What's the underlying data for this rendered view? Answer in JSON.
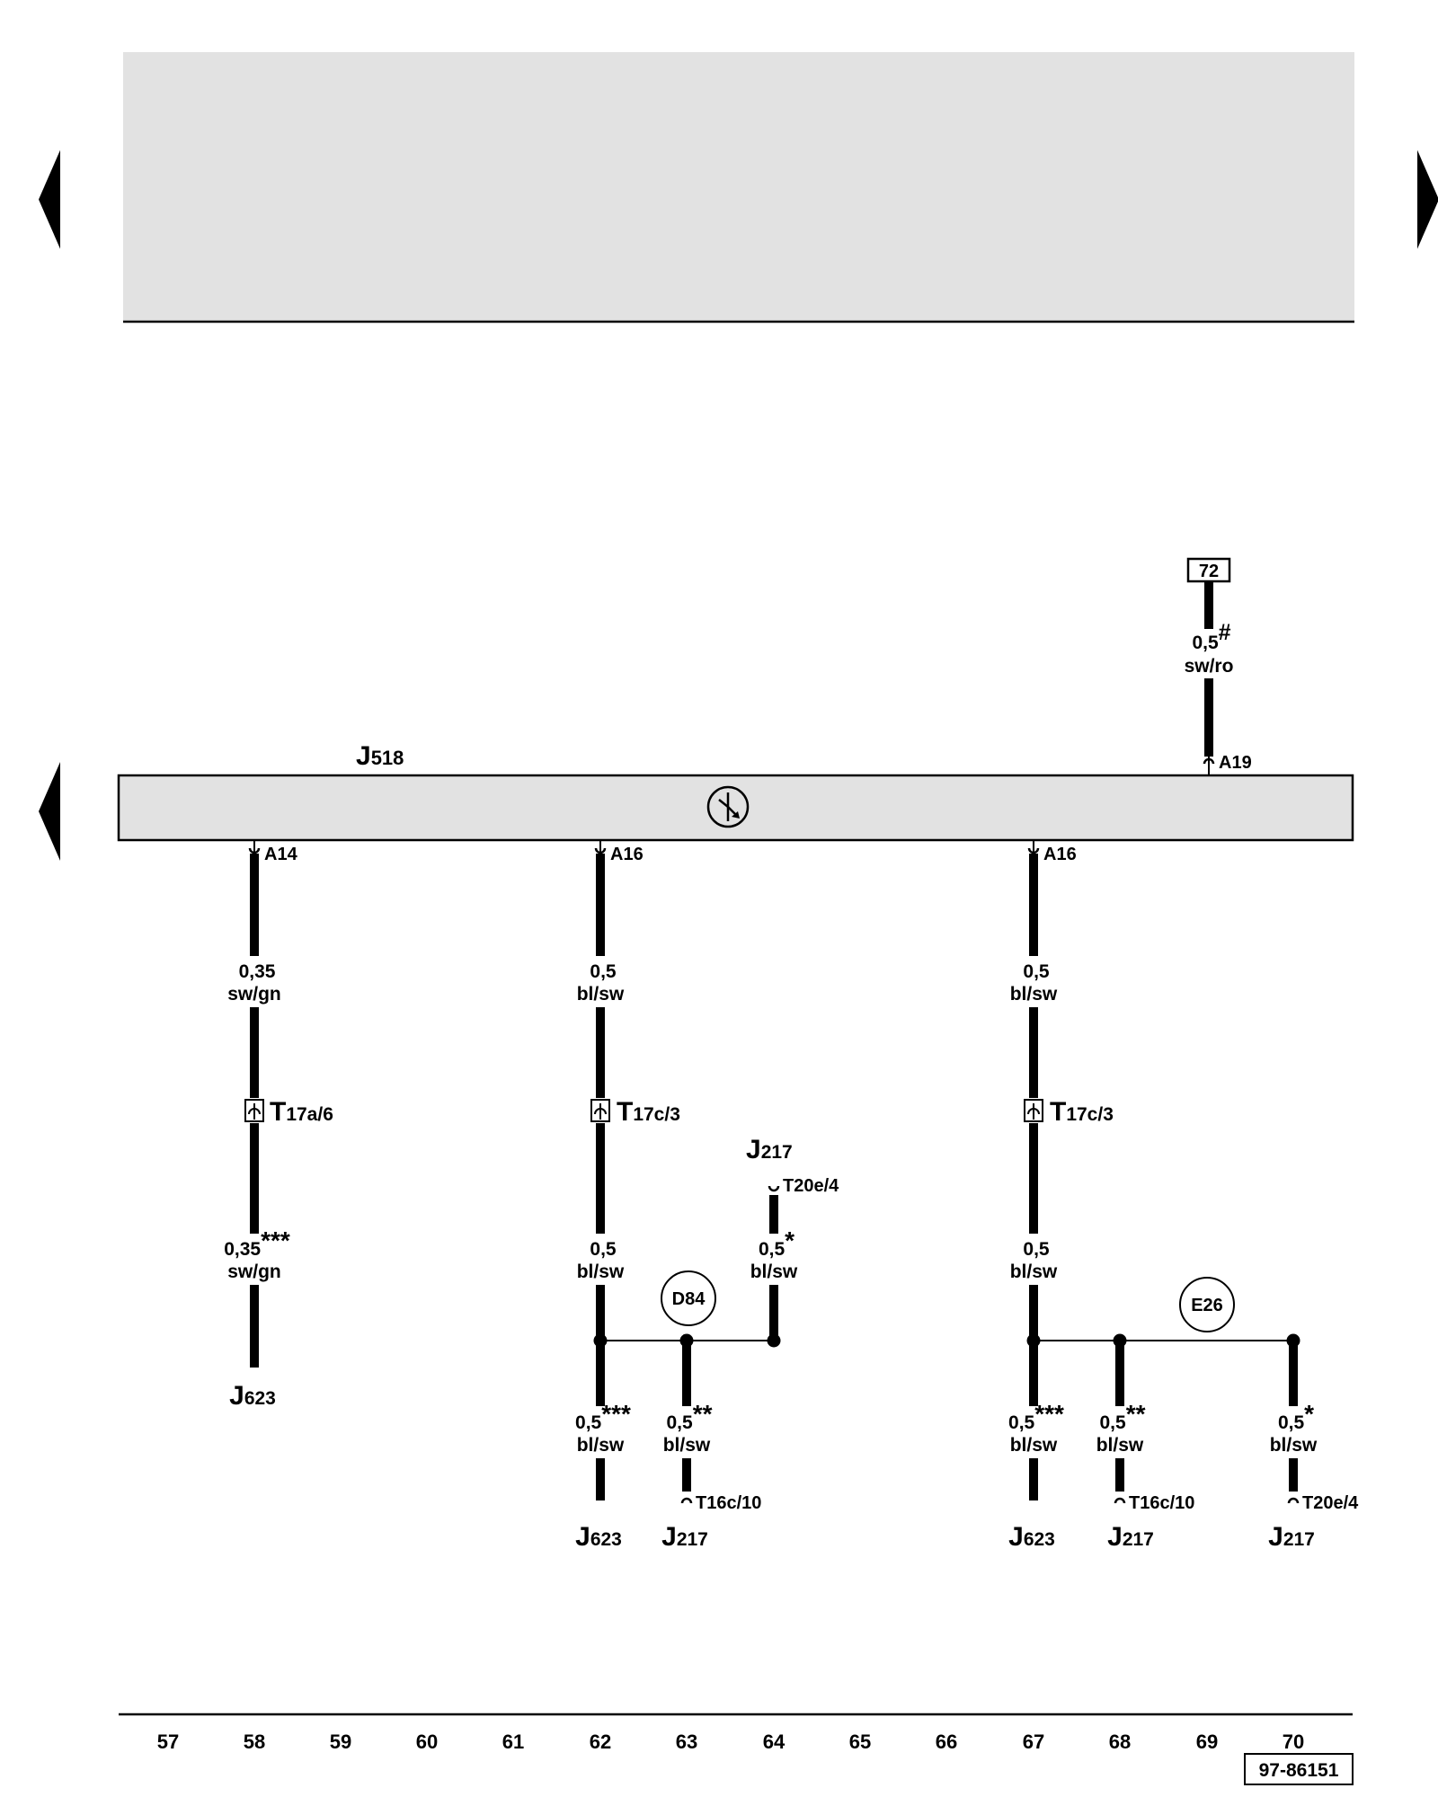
{
  "colors": {
    "wire": "#000000",
    "bar_fill": "#e2e2e2",
    "background": "#ffffff"
  },
  "nav": {
    "prev_icon": "triangle-left-icon",
    "next_icon": "triangle-right-icon"
  },
  "components": {
    "j518": {
      "letter": "J",
      "number": "518"
    },
    "symbol_icon": "electronic-control-unit-icon"
  },
  "top_ref": {
    "box": "72",
    "cross": "0,5",
    "cross_mark": "#",
    "color": "sw/ro",
    "pin": "A19"
  },
  "columns": [
    {
      "pin": "A14",
      "wire_upper": {
        "cross": "0,35",
        "color": "sw/gn"
      },
      "connector": {
        "letter": "T",
        "sub": "17a/6"
      },
      "wire_lower": {
        "cross": "0,35",
        "mark": "***",
        "color": "sw/gn"
      },
      "end": {
        "letter": "J",
        "number": "623"
      }
    },
    {
      "pin": "A16",
      "wire_upper": {
        "cross": "0,5",
        "color": "bl/sw"
      },
      "connector": {
        "letter": "T",
        "sub": "17c/3"
      },
      "wire_lower": {
        "cross": "0,5",
        "color": "bl/sw"
      },
      "splice": "D84",
      "branches": [
        {
          "cross": "0,5",
          "mark": "***",
          "color": "bl/sw",
          "pin": "",
          "end": {
            "letter": "J",
            "number": "623"
          }
        },
        {
          "cross": "0,5",
          "mark": "**",
          "color": "bl/sw",
          "pin": "T16c/10",
          "end": {
            "letter": "J",
            "number": "217"
          }
        }
      ],
      "upper_branch": {
        "cross": "0,5",
        "mark": "*",
        "color": "bl/sw",
        "pin": "T20e/4",
        "end": {
          "letter": "J",
          "number": "217"
        }
      }
    },
    {
      "pin": "A16",
      "wire_upper": {
        "cross": "0,5",
        "color": "bl/sw"
      },
      "connector": {
        "letter": "T",
        "sub": "17c/3"
      },
      "wire_lower": {
        "cross": "0,5",
        "color": "bl/sw"
      },
      "splice": "E26",
      "branches": [
        {
          "cross": "0,5",
          "mark": "***",
          "color": "bl/sw",
          "pin": "",
          "end": {
            "letter": "J",
            "number": "623"
          }
        },
        {
          "cross": "0,5",
          "mark": "**",
          "color": "bl/sw",
          "pin": "T16c/10",
          "end": {
            "letter": "J",
            "number": "217"
          }
        },
        {
          "cross": "0,5",
          "mark": "*",
          "color": "bl/sw",
          "pin": "T20e/4",
          "end": {
            "letter": "J",
            "number": "217"
          }
        }
      ]
    }
  ],
  "ruler": [
    "57",
    "58",
    "59",
    "60",
    "61",
    "62",
    "63",
    "64",
    "65",
    "66",
    "67",
    "68",
    "69",
    "70"
  ],
  "drawing_number": "97-86151"
}
